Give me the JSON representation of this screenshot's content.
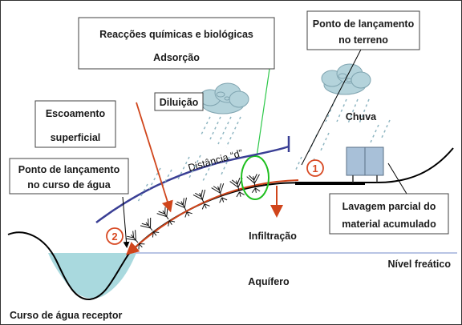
{
  "labels": {
    "reactions": "Reacções químicas e biológicas",
    "adsorption": "Adsorção",
    "launch_terrain_line1": "Ponto de lançamento",
    "launch_terrain_line2": "no terreno",
    "dilution": "Diluição",
    "runoff_line1": "Escoamento",
    "runoff_line2": "superficial",
    "distance": "Distância “d”",
    "launch_water_line1": "Ponto de lançamento",
    "launch_water_line2": "no curso de água",
    "rain": "Chuva",
    "wash_line1": "Lavagem parcial do",
    "wash_line2": "material acumulado",
    "infiltration": "Infiltração",
    "water_table": "Nível freático",
    "aquifer": "Aquífero",
    "receiving_water": "Curso de água receptor",
    "marker_1": "1",
    "marker_2": "2"
  },
  "colors": {
    "runoff_arrow": "#d0451b",
    "distance_line": "#3a3f95",
    "vegetation_circle": "#1fbf1f",
    "pointer_line": "#2ec84a",
    "water_fill": "#a9d9de",
    "water_table_line": "#b8c4e4",
    "cloud": "#b4d3db",
    "rain": "#8fb6c2",
    "device": "#a8c0d8"
  }
}
